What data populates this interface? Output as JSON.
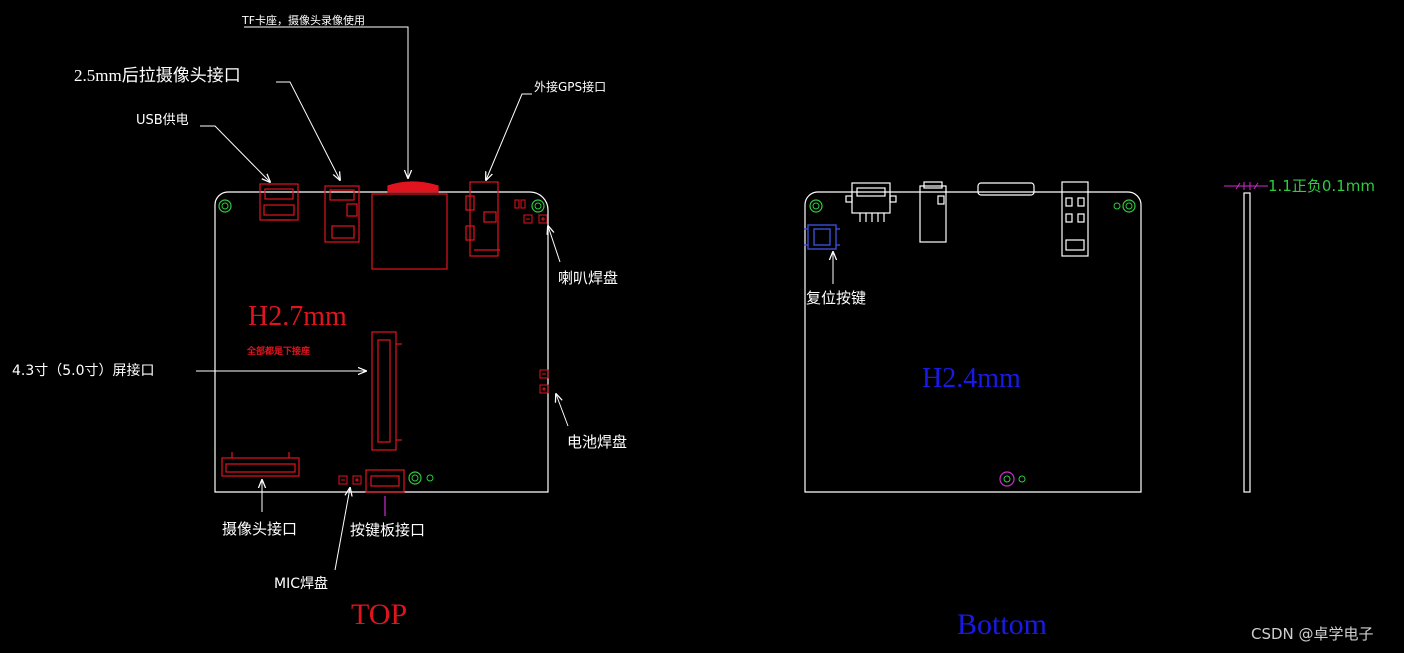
{
  "colors": {
    "background": "#000000",
    "outline": "#ffffff",
    "top_parts": "#e0141e",
    "top_title": "#e0141e",
    "bottom_title": "#1a1ae6",
    "green_dim": "#2ecc40",
    "magenta_leader": "#d02bd0",
    "watermark": "#cfcfcf"
  },
  "top_view": {
    "title": "TOP",
    "height_note": "H2.7mm",
    "sub_note": "全部都是下接座",
    "labels": {
      "tf_card": "TF卡座，摄像头录像使用",
      "rear_camera": "2.5mm后拉摄像头接口",
      "usb_power": "USB供电",
      "gps": "外接GPS接口",
      "speaker": "喇叭焊盘",
      "screen": "4.3寸（5.0寸）屏接口",
      "battery": "电池焊盘",
      "camera": "摄像头接口",
      "keypad": "按键板接口",
      "mic": "MIC焊盘"
    }
  },
  "bottom_view": {
    "title": "Bottom",
    "height_note": "H2.4mm",
    "labels": {
      "reset": "复位按键"
    }
  },
  "side_view": {
    "thickness": "1.1正负0.1mm"
  },
  "watermark": "CSDN @卓学电子"
}
